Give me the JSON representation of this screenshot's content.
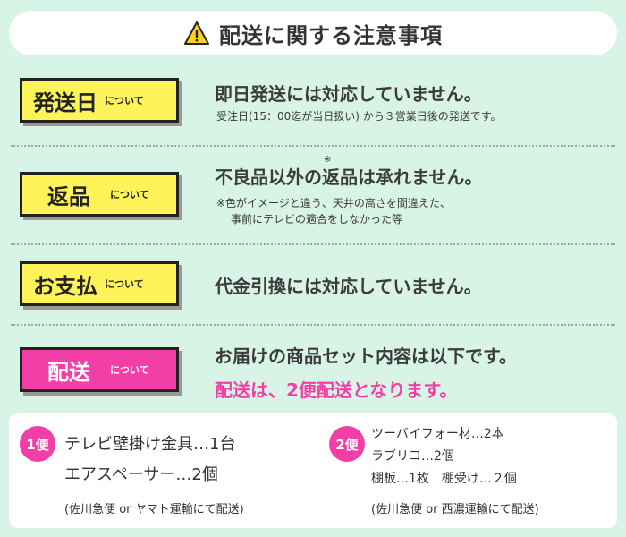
{
  "header": {
    "title": "配送に関する注意事項",
    "icon": "warning-icon"
  },
  "colors": {
    "background": "#d7f4e6",
    "badge_yellow": "#fff35a",
    "badge_pink": "#f23fa8"
  },
  "sections": [
    {
      "badge_main": "発送日",
      "badge_small": "について",
      "headline": "即日発送には対応していません。",
      "sub": "受注日(15：00迄が当日扱い) から３営業日後の発送です。"
    },
    {
      "badge_main": "返品",
      "badge_small": "について",
      "headline": "不良品以外の返品は承れません。",
      "mark": "※",
      "sub1": "※色がイメージと違う、天井の高さを間違えた、",
      "sub2": "事前にテレビの適合をしなかった等"
    },
    {
      "badge_main": "お支払",
      "badge_small": "について",
      "headline": "代金引換には対応していません。"
    },
    {
      "badge_main": "配送",
      "badge_small": "について",
      "headline": "お届けの商品セット内容は以下です。",
      "highlight": "配送は、2便配送となります。"
    }
  ],
  "shipments": {
    "first": {
      "label": "1便",
      "line1": "テレビ壁掛け金具…1台",
      "line2": "エアスペーサー…2個",
      "carrier": "(佐川急便 or ヤマト運輸にて配送)"
    },
    "second": {
      "label": "2便",
      "line1": "ツーバイフォー材…2本",
      "line2": "ラブリコ…2個",
      "line3": "棚板…1枚　棚受け…２個",
      "carrier": "(佐川急便 or 西濃運輸にて配送)"
    }
  }
}
